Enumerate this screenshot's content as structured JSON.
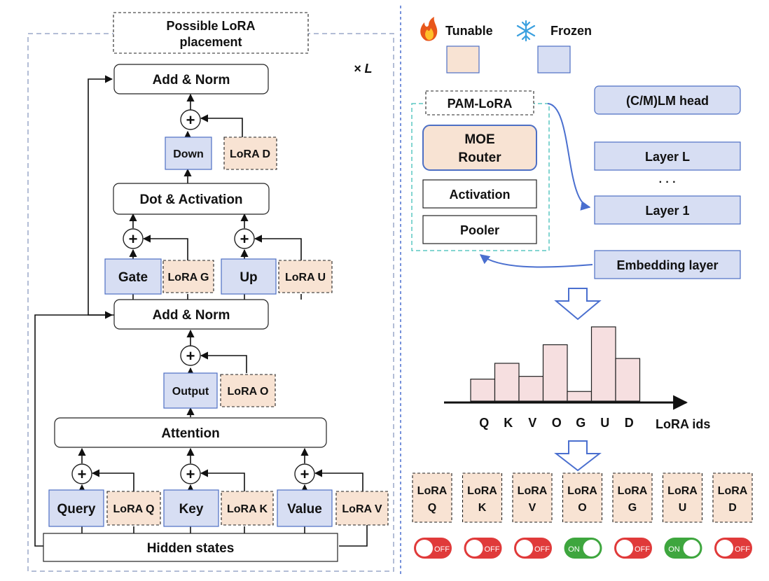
{
  "left": {
    "placement_label": [
      "Possible LoRA",
      "placement"
    ],
    "repeat_label": "× L",
    "add_norm_top": "Add & Norm",
    "down": "Down",
    "lora_d": "LoRA D",
    "dot_activation": "Dot & Activation",
    "gate": "Gate",
    "lora_g": "LoRA G",
    "up": "Up",
    "lora_u": "LoRA U",
    "add_norm_mid": "Add & Norm",
    "output": "Output",
    "lora_o": "LoRA O",
    "attention": "Attention",
    "query": "Query",
    "lora_q": "LoRA Q",
    "key": "Key",
    "lora_k": "LoRA K",
    "value": "Value",
    "lora_v": "LoRA V",
    "hidden_states": "Hidden states",
    "plus": "+"
  },
  "right": {
    "legend": {
      "tunable": "Tunable",
      "frozen": "Frozen",
      "tunable_color": "#f8e3d3",
      "frozen_color": "#d7def3",
      "tunable_icon": "flame-icon",
      "frozen_icon": "snowflake-icon"
    },
    "pam_lora": "PAM-LoRA",
    "moe_router": [
      "MOE",
      "Router"
    ],
    "activation": "Activation",
    "pooler": "Pooler",
    "lm_head": "(C/M)LM head",
    "layer_l": "Layer L",
    "ellipsis": "· · ·",
    "layer_1": "Layer 1",
    "embedding": "Embedding layer",
    "axis_label": "LoRA ids",
    "lora_word": "LoRA",
    "switch_on_color": "#3ea63e",
    "switch_off_color": "#e03a3a"
  },
  "chart_data": {
    "type": "bar",
    "categories": [
      "Q",
      "K",
      "V",
      "O",
      "G",
      "U",
      "D"
    ],
    "values": [
      32,
      55,
      36,
      82,
      14,
      108,
      62
    ],
    "xlabel": "LoRA ids",
    "ylabel": ""
  },
  "lora_modules": [
    {
      "id": "Q",
      "state": "OFF"
    },
    {
      "id": "K",
      "state": "OFF"
    },
    {
      "id": "V",
      "state": "OFF"
    },
    {
      "id": "O",
      "state": "ON"
    },
    {
      "id": "G",
      "state": "OFF"
    },
    {
      "id": "U",
      "state": "ON"
    },
    {
      "id": "D",
      "state": "OFF"
    }
  ]
}
